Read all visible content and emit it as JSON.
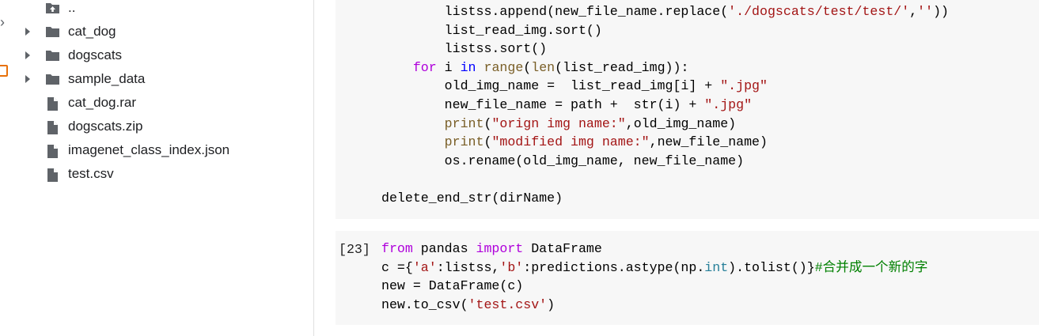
{
  "file_browser": {
    "items": [
      {
        "name": "..",
        "type": "parent"
      },
      {
        "name": "cat_dog",
        "type": "folder"
      },
      {
        "name": "dogscats",
        "type": "folder"
      },
      {
        "name": "sample_data",
        "type": "folder"
      },
      {
        "name": "cat_dog.rar",
        "type": "file"
      },
      {
        "name": "dogscats.zip",
        "type": "file"
      },
      {
        "name": "imagenet_class_index.json",
        "type": "file"
      },
      {
        "name": "test.csv",
        "type": "file"
      }
    ]
  },
  "cells": [
    {
      "prompt": "",
      "lines": [
        [
          [
            "        listss.append(new_file_name.replace(",
            ""
          ],
          [
            "'./dogscats/test/test/'",
            "st"
          ],
          [
            ",",
            ""
          ],
          [
            "''",
            "st"
          ],
          [
            "))",
            ""
          ]
        ],
        [
          [
            "        list_read_img.sort()",
            ""
          ]
        ],
        [
          [
            "        listss.sort()",
            ""
          ]
        ],
        [
          [
            "    ",
            ""
          ],
          [
            "for",
            "kw"
          ],
          [
            " i ",
            ""
          ],
          [
            "in",
            "kb"
          ],
          [
            " ",
            ""
          ],
          [
            "range",
            "fn"
          ],
          [
            "(",
            ""
          ],
          [
            "len",
            "fn"
          ],
          [
            "(list_read_img)):",
            ""
          ]
        ],
        [
          [
            "        old_img_name =  list_read_img[i] + ",
            ""
          ],
          [
            "\".jpg\"",
            "st"
          ]
        ],
        [
          [
            "        new_file_name = path +  str(i) + ",
            ""
          ],
          [
            "\".jpg\"",
            "st"
          ]
        ],
        [
          [
            "        ",
            ""
          ],
          [
            "print",
            "fn"
          ],
          [
            "(",
            ""
          ],
          [
            "\"orign img name:\"",
            "st"
          ],
          [
            ",old_img_name)",
            ""
          ]
        ],
        [
          [
            "        ",
            ""
          ],
          [
            "print",
            "fn"
          ],
          [
            "(",
            ""
          ],
          [
            "\"modified img name:\"",
            "st"
          ],
          [
            ",new_file_name)",
            ""
          ]
        ],
        [
          [
            "        os.rename(old_img_name, new_file_name)",
            ""
          ]
        ],
        [
          [
            "",
            ""
          ]
        ],
        [
          [
            "delete_end_str(dirName)",
            ""
          ]
        ]
      ]
    },
    {
      "prompt": "[23]",
      "lines": [
        [
          [
            "from",
            "kw"
          ],
          [
            " pandas ",
            ""
          ],
          [
            "import",
            "kw"
          ],
          [
            " DataFrame",
            ""
          ]
        ],
        [
          [
            "c ={",
            ""
          ],
          [
            "'a'",
            "st"
          ],
          [
            ":listss,",
            ""
          ],
          [
            "'b'",
            "st"
          ],
          [
            ":predictions.astype(np.",
            ""
          ],
          [
            "int",
            "ty"
          ],
          [
            ").tolist()}",
            ""
          ],
          [
            "#合并成一个新的字",
            "cm"
          ]
        ],
        [
          [
            "new = DataFrame(c)",
            ""
          ]
        ],
        [
          [
            "new.to_csv(",
            ""
          ],
          [
            "'test.csv'",
            "st"
          ],
          [
            ")",
            ""
          ]
        ]
      ]
    }
  ]
}
